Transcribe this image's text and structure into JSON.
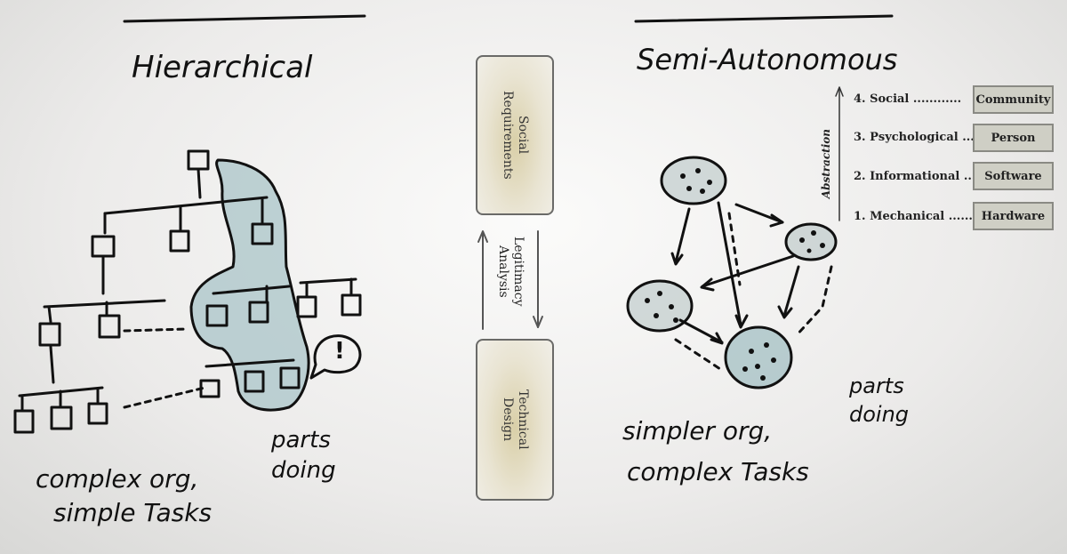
{
  "left_panel": {
    "title": "Hierarchical",
    "note_parts": "parts doing",
    "note_org": "complex org,",
    "note_tasks": "simple Tasks",
    "alert_symbol": "!"
  },
  "center_panel": {
    "social_requirements": "Social\nRequirements",
    "legitimacy_analysis": "Legitimacy\nAnalysis",
    "technical_design": "Technical\nDesign"
  },
  "right_panel": {
    "title": "Semi-Autonomous",
    "note_parts": "parts doing",
    "note_org": "simpler org,",
    "note_tasks": "complex Tasks",
    "axis_label": "Abstraction",
    "layers": [
      {
        "label": "4. Social ............",
        "tag": "Community"
      },
      {
        "label": "3. Psychological ....",
        "tag": "Person"
      },
      {
        "label": "2. Informational ...",
        "tag": "Software"
      },
      {
        "label": "1. Mechanical .......",
        "tag": "Hardware"
      }
    ]
  },
  "colors": {
    "ink": "#111111",
    "highlight": "#a9c4c8",
    "box_fill": "#d9cfa8",
    "tag_fill": "#cfcfc5"
  }
}
